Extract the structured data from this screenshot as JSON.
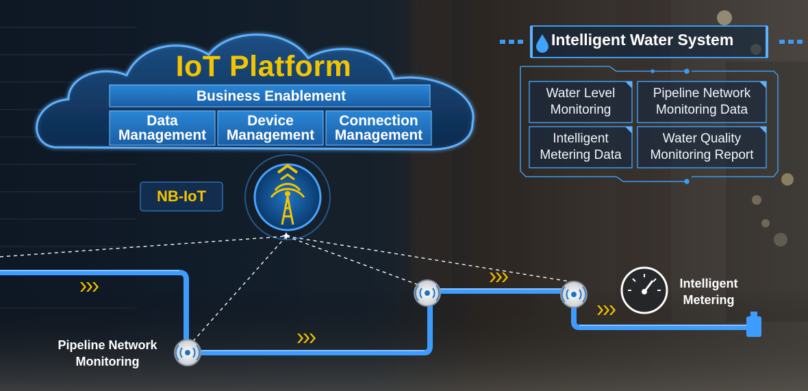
{
  "iot_platform": {
    "title": "IoT Platform",
    "enablement": "Business Enablement",
    "modules": [
      {
        "line1": "Data",
        "line2": "Management"
      },
      {
        "line1": "Device",
        "line2": "Management"
      },
      {
        "line1": "Connection",
        "line2": "Management"
      }
    ]
  },
  "network": {
    "label": "NB-IoT",
    "icon": "cell-tower-icon"
  },
  "water_system": {
    "title": "Intelligent Water System",
    "icon": "water-drop-icon",
    "items": [
      {
        "line1": "Water Level",
        "line2": "Monitoring"
      },
      {
        "line1": "Pipeline Network",
        "line2": "Monitoring Data"
      },
      {
        "line1": "Intelligent",
        "line2": "Metering Data"
      },
      {
        "line1": "Water Quality",
        "line2": "Monitoring Report"
      }
    ]
  },
  "pipeline_label": {
    "line1": "Pipeline Network",
    "line2": "Monitoring"
  },
  "metering_label": {
    "line1": "Intelligent",
    "line2": "Metering"
  },
  "colors": {
    "accent_yellow": "#f5c400",
    "pipe_blue": "#3f9cff",
    "panel_blue": "#1f6fb8",
    "background_dark": "#0c1420"
  }
}
